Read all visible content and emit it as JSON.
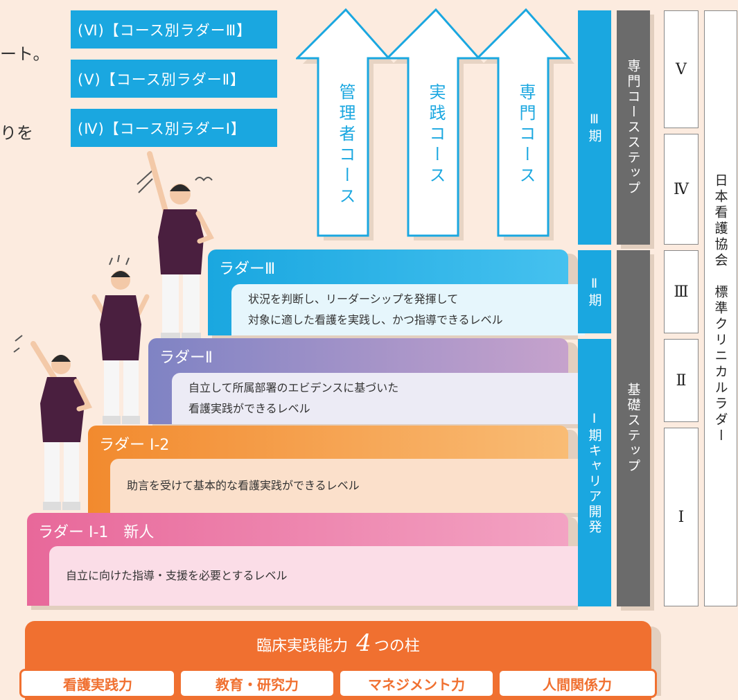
{
  "intro_fragments": [
    "ート。",
    "りを"
  ],
  "course_ladders": [
    {
      "label": "(Ⅵ)【コース別ラダーⅢ】"
    },
    {
      "label": "(Ⅴ)【コース別ラダーⅡ】"
    },
    {
      "label": "(Ⅳ)【コース別ラダーⅠ】"
    }
  ],
  "courses": [
    "管理者コース",
    "実践コース",
    "専門コース"
  ],
  "ladders": [
    {
      "title": "ラダーⅢ",
      "desc1": "状況を判断し、リーダーシップを発揮して",
      "desc2": "対象に適した看護を実践し、かつ指導できるレベル"
    },
    {
      "title": "ラダーⅡ",
      "desc1": "自立して所属部署のエビデンスに基づいた",
      "desc2": "看護実践ができるレベル"
    },
    {
      "title": "ラダー Ⅰ-2",
      "desc1": "助言を受けて基本的な看護実践ができるレベル"
    },
    {
      "title": "ラダー Ⅰ-1　新人",
      "desc1": "自立に向けた指導・支援を必要とするレベル"
    }
  ],
  "periods": [
    "Ⅲ期",
    "Ⅱ期",
    "Ⅰ期キャリア開発"
  ],
  "steps": [
    "専門コースステップ",
    "基礎ステップ"
  ],
  "levels": [
    "Ⅴ",
    "Ⅳ",
    "Ⅲ",
    "Ⅱ",
    "Ⅰ"
  ],
  "jna_label": "日本看護協会　標準クリニカルラダー",
  "pillars": {
    "title_prefix": "臨床実践能力",
    "title_num": "4",
    "title_suffix": "つの柱",
    "items": [
      "看護実践力",
      "教育・研究力",
      "マネジメント力",
      "人間関係力"
    ]
  },
  "colors": {
    "cyan": "#1aa7e0",
    "gray": "#6b6b6b",
    "orange": "#f07030",
    "purple": "#8a7fc0",
    "ladder_i2": "#f6a04d",
    "pink": "#e8689a"
  }
}
